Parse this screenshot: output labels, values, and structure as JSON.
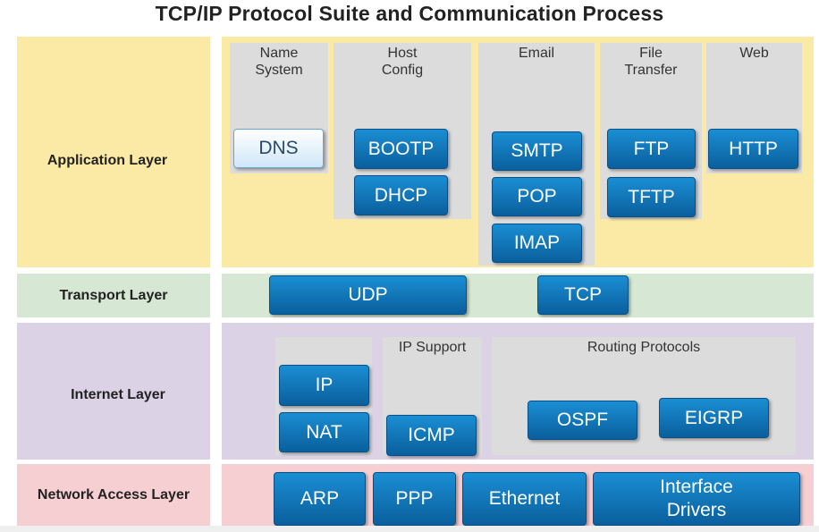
{
  "title": "TCP/IP Protocol Suite and Communication Process",
  "colors": {
    "application": "#fbeaa6",
    "transport": "#d6e8d3",
    "internet": "#dcd2e6",
    "network_access": "#f5cfd2",
    "group_background": "#dcdcdc",
    "protocol_box": "#1583c8"
  },
  "layers": {
    "application": "Application Layer",
    "transport": "Transport Layer",
    "internet": "Internet Layer",
    "network_access": "Network Access Layer"
  },
  "application_groups": {
    "name_system": "Name System",
    "host_config": "Host Config",
    "email": "Email",
    "file_transfer": "File Transfer",
    "web": "Web"
  },
  "internet_groups": {
    "ip_support": "IP Support",
    "routing_protocols": "Routing Protocols"
  },
  "protocols": {
    "dns": "DNS",
    "bootp": "BOOTP",
    "dhcp": "DHCP",
    "smtp": "SMTP",
    "pop": "POP",
    "imap": "IMAP",
    "ftp": "FTP",
    "tftp": "TFTP",
    "http": "HTTP",
    "udp": "UDP",
    "tcp": "TCP",
    "ip": "IP",
    "nat": "NAT",
    "icmp": "ICMP",
    "ospf": "OSPF",
    "eigrp": "EIGRP",
    "arp": "ARP",
    "ppp": "PPP",
    "ethernet": "Ethernet",
    "interface_drivers": "Interface Drivers"
  }
}
